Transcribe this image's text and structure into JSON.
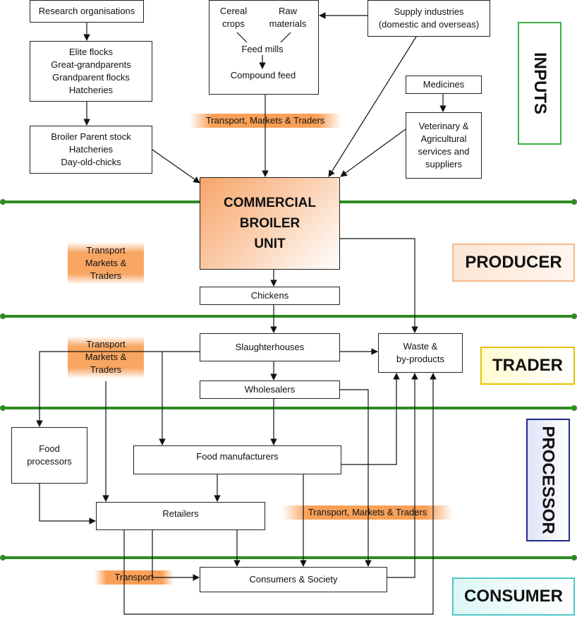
{
  "nodes": {
    "research": "Research organisations",
    "elite": [
      "Elite flocks",
      "Great-grandparents",
      "Grandparent flocks",
      "Hatcheries"
    ],
    "parent": [
      "Broiler Parent stock",
      "Hatcheries",
      "Day-old-chicks"
    ],
    "cereal": [
      "Cereal",
      "crops"
    ],
    "raw": [
      "Raw",
      "materials"
    ],
    "feed_mills": "Feed mills",
    "compound": "Compound feed",
    "supply": [
      "Supply industries",
      "(domestic and overseas)"
    ],
    "medicines": "Medicines",
    "vet": [
      "Veterinary &",
      "Agricultural",
      "services and",
      "suppliers"
    ],
    "commercial": [
      "COMMERCIAL",
      "BROILER",
      "UNIT"
    ],
    "chickens": "Chickens",
    "slaughter": "Slaughterhouses",
    "waste": [
      "Waste &",
      "by-products"
    ],
    "wholesalers": "Wholesalers",
    "food_processors": [
      "Food",
      "processors"
    ],
    "food_manufacturers": "Food manufacturers",
    "retailers": "Retailers",
    "consumers": "Consumers & Society"
  },
  "transport": {
    "top": "Transport, Markets & Traders",
    "producer": [
      "Transport",
      "Markets &",
      "Traders"
    ],
    "trader": [
      "Transport",
      "Markets &",
      "Traders"
    ],
    "processor": "Transport, Markets & Traders",
    "consumer": "Transport"
  },
  "sectors": {
    "inputs": "INPUTS",
    "producer": "PRODUCER",
    "trader": "TRADER",
    "processor": "PROCESSOR",
    "consumer": "CONSUMER"
  },
  "colors": {
    "green_line": "#2e8b22",
    "inputs_border": "#3cb043",
    "producer_border": "#f5b98a",
    "trader_border": "#e6c200",
    "processor_border": "#1f2a8c",
    "consumer_border": "#4dc8c8",
    "transport_orange": "#f79646"
  }
}
